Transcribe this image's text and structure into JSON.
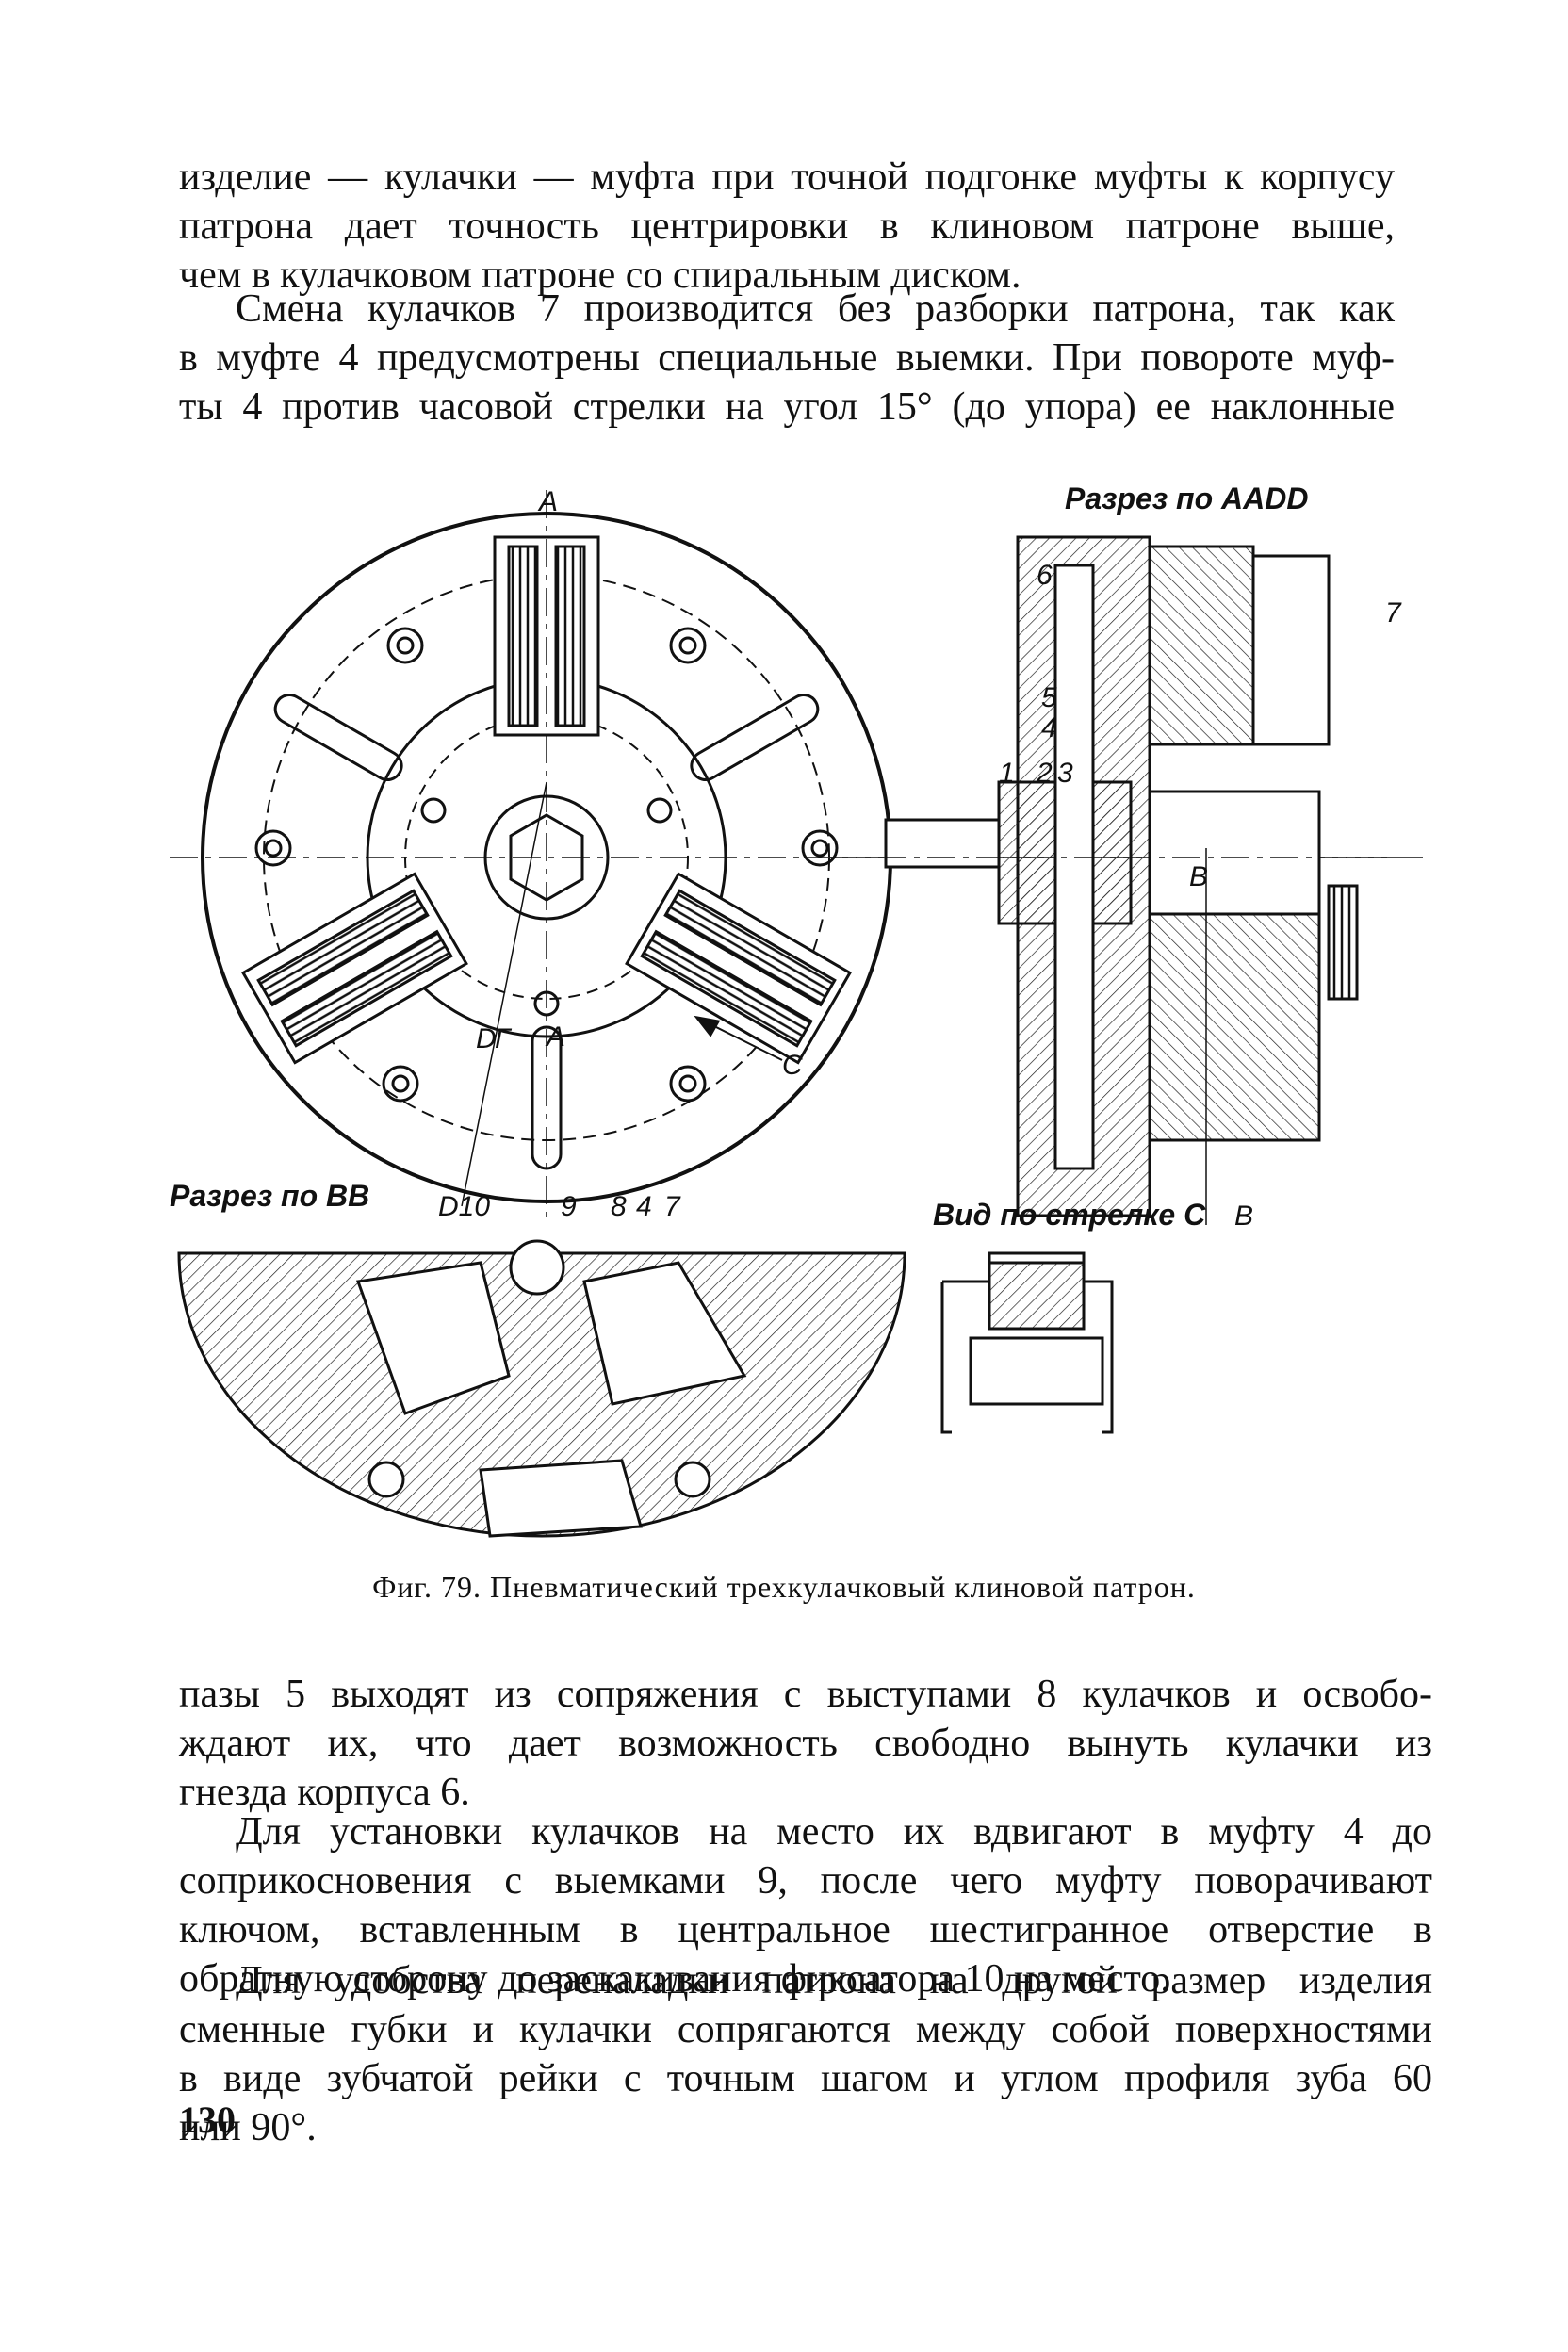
{
  "page": {
    "paragraph_1": [
      "изделие — кулачки — муфта при точной подгонке муфты к корпусу",
      "патрона дает точность центрировки в клиновом патроне выше,",
      "чем в кулачковом патроне со спиральным диском."
    ],
    "paragraph_2": [
      "Смена кулачков 7 производится без разборки патрона, так как",
      "в муфте 4 предусмотрены специальные выемки. При повороте муф-",
      "ты 4 против часовой стрелки на угол 15° (до упора) ее наклонные"
    ],
    "paragraph_3": [
      "пазы 5 выходят из сопряжения с выступами 8 кулачков и освобо-",
      "ждают их, что дает возможность свободно вынуть кулачки из",
      "гнезда корпуса 6."
    ],
    "paragraph_4": [
      "Для установки кулачков на место их вдвигают в муфту 4 до",
      "соприкосновения с выемками 9, после чего муфту поворачивают",
      "ключом, вставленным в центральное шестигранное отверстие в",
      "обратную сторону до заскакивания фиксатора 10 на место."
    ],
    "paragraph_5": [
      "Для удобства переналадки патрона на другой размер изделия",
      "сменные губки и кулачки сопрягаются между собой поверхностями",
      "в виде зубчатой рейки с точным шагом и углом профиля зуба 60",
      "или 90°."
    ],
    "caption": "Фиг. 79. Пневматический трехкулачковый клиновой патрон.",
    "page_number": "130"
  },
  "figure": {
    "section_aadd": "Разрез по AADD",
    "section_bb": "Разрез по BB",
    "view_c": "Вид по стрелке C",
    "labels": {
      "A_top": "A",
      "A_mid": "A",
      "D": "D",
      "G": "Г",
      "C": "C",
      "B_center": "B",
      "B_bottom": "B",
      "n1": "1",
      "n2": "2",
      "n3": "3",
      "n4": "4",
      "n5": "5",
      "n6": "6",
      "n7": "7",
      "n4b": "4",
      "n7b": "7",
      "n8": "8",
      "n9": "9",
      "n10": "D10"
    }
  }
}
